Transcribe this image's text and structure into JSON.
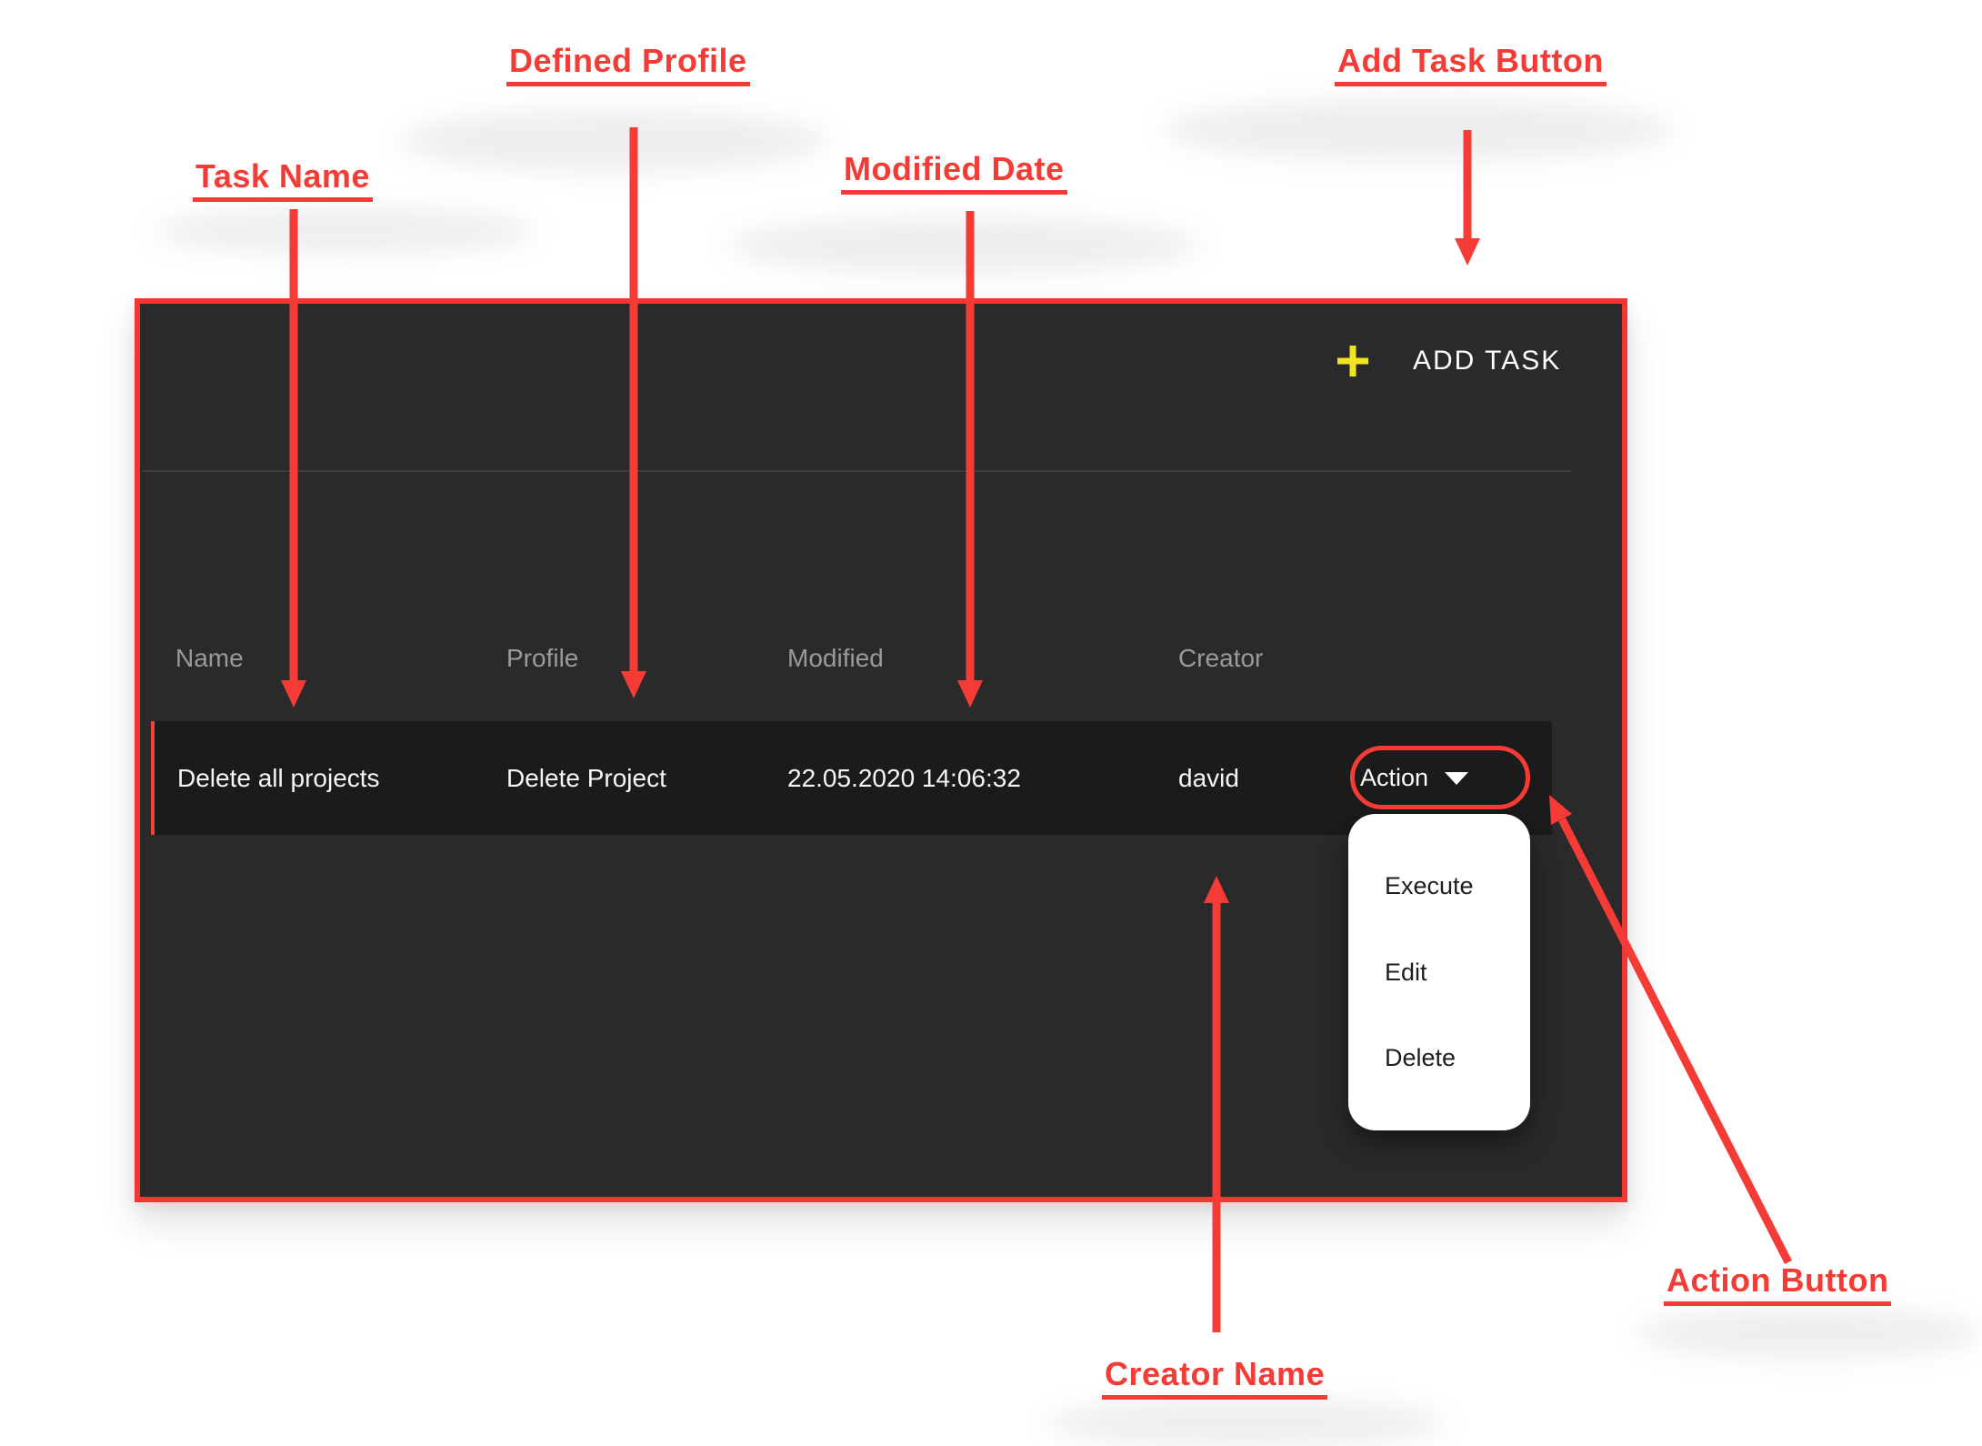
{
  "annotations": {
    "labels": [
      {
        "id": "task-name",
        "text": "Task Name"
      },
      {
        "id": "defined-profile",
        "text": "Defined Profile"
      },
      {
        "id": "modified-date",
        "text": "Modified Date"
      },
      {
        "id": "add-task-button",
        "text": "Add Task Button"
      },
      {
        "id": "creator-name",
        "text": "Creator Name"
      },
      {
        "id": "action-button",
        "text": "Action Button"
      }
    ]
  },
  "panel": {
    "toolbar": {
      "add_task_label": "ADD TASK",
      "plus_icon": "plus-icon"
    },
    "table": {
      "headers": [
        "Name",
        "Profile",
        "Modified",
        "Creator"
      ],
      "rows": [
        {
          "name": "Delete all projects",
          "profile": "Delete Project",
          "modified": "22.05.2020 14:06:32",
          "creator": "david",
          "action_label": "Action"
        }
      ]
    },
    "action_menu": {
      "items": [
        "Execute",
        "Edit",
        "Delete"
      ]
    }
  },
  "colors": {
    "annotation_red": "#f43b35",
    "panel_border_red": "#f23632",
    "plus_yellow": "#f2e51d",
    "panel_bg": "#2a2a2a",
    "row_bg": "#1b1b1b",
    "row_accent": "#f44336",
    "header_text": "#9a9a9a",
    "divider": "#3d3d3d",
    "menu_text": "#1e1e1e"
  }
}
